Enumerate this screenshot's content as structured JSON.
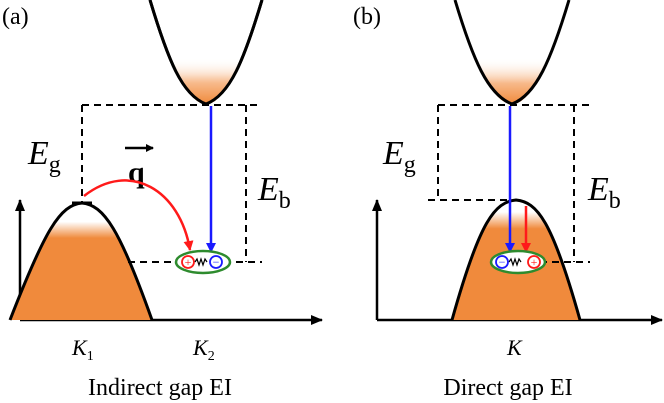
{
  "panels": [
    {
      "label": "(a)",
      "eg_symbol": "E",
      "eg_sub": "g",
      "eb_symbol": "E",
      "eb_sub": "b",
      "q_symbol": "q",
      "k_left_symbol": "K",
      "k_left_sub": "1",
      "k_right_symbol": "K",
      "k_right_sub": "2",
      "caption": "Indirect gap EI"
    },
    {
      "label": "(b)",
      "eg_symbol": "E",
      "eg_sub": "g",
      "eb_symbol": "E",
      "eb_sub": "b",
      "k_symbol": "K",
      "caption": "Direct gap EI"
    }
  ],
  "charges": {
    "plus": "+",
    "minus": "−"
  },
  "colors": {
    "band_fill": "#f08a3c",
    "electron_arrow": "#1a1aff",
    "hole_arrow": "#ff1a1a",
    "exciton_ring": "#2e8b2e"
  }
}
